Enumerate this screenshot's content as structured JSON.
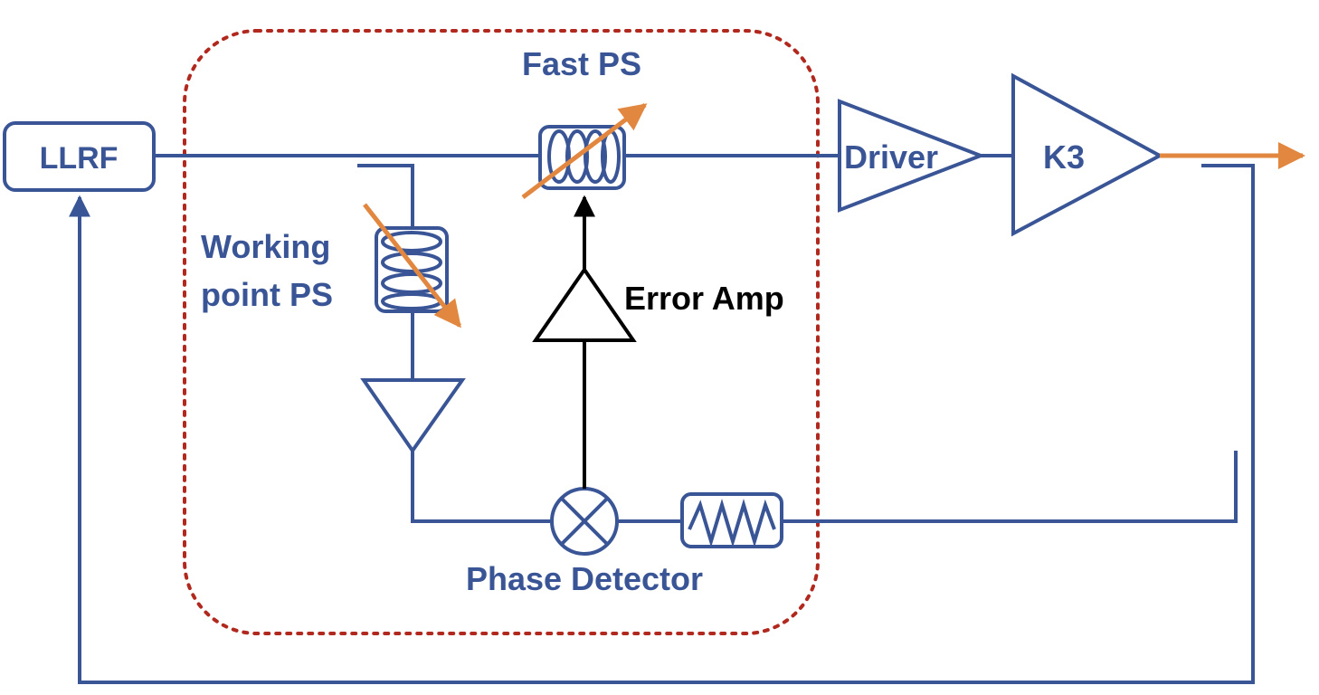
{
  "colors": {
    "line": "#3a5596",
    "arrow": "#e2873f",
    "error_amp": "#000000",
    "boundary": "#b0281e",
    "background": "#ffffff"
  },
  "labels": {
    "llrf": "LLRF",
    "fast_ps": "Fast PS",
    "working_point_line1": "Working",
    "working_point_line2": "point PS",
    "error_amp": "Error Amp",
    "driver": "Driver",
    "k3": "K3",
    "phase_detector": "Phase Detector"
  },
  "icons": {
    "fast_ps": "variable-phase-shifter-icon",
    "working_point_ps": "variable-phase-shifter-icon",
    "mixer": "mixer-icon",
    "delay_line": "delay-line-icon",
    "amplifier": "amplifier-triangle-icon"
  }
}
